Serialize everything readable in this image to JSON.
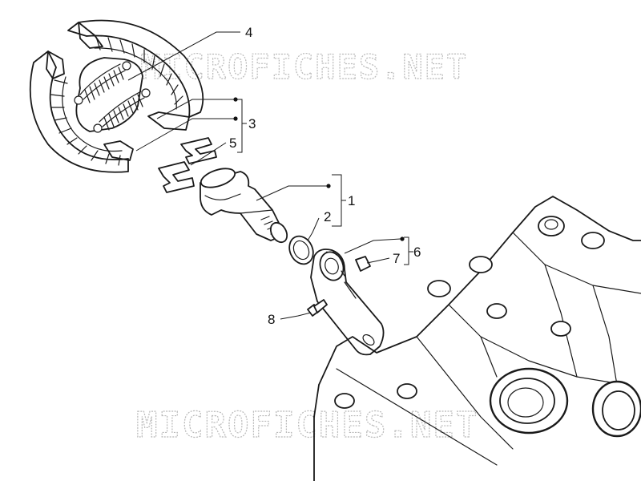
{
  "watermark": {
    "text": "MICROFICHES.NET",
    "color": "#b9b9b9"
  },
  "callouts": [
    {
      "id": "1",
      "text": "1"
    },
    {
      "id": "2",
      "text": "2"
    },
    {
      "id": "3",
      "text": "3"
    },
    {
      "id": "4",
      "text": "4"
    },
    {
      "id": "5",
      "text": "5"
    },
    {
      "id": "6",
      "text": "6"
    },
    {
      "id": "7",
      "text": "7"
    },
    {
      "id": "8",
      "text": "8"
    }
  ],
  "colors": {
    "ink": "#1a1a1a",
    "background": "#ffffff"
  }
}
